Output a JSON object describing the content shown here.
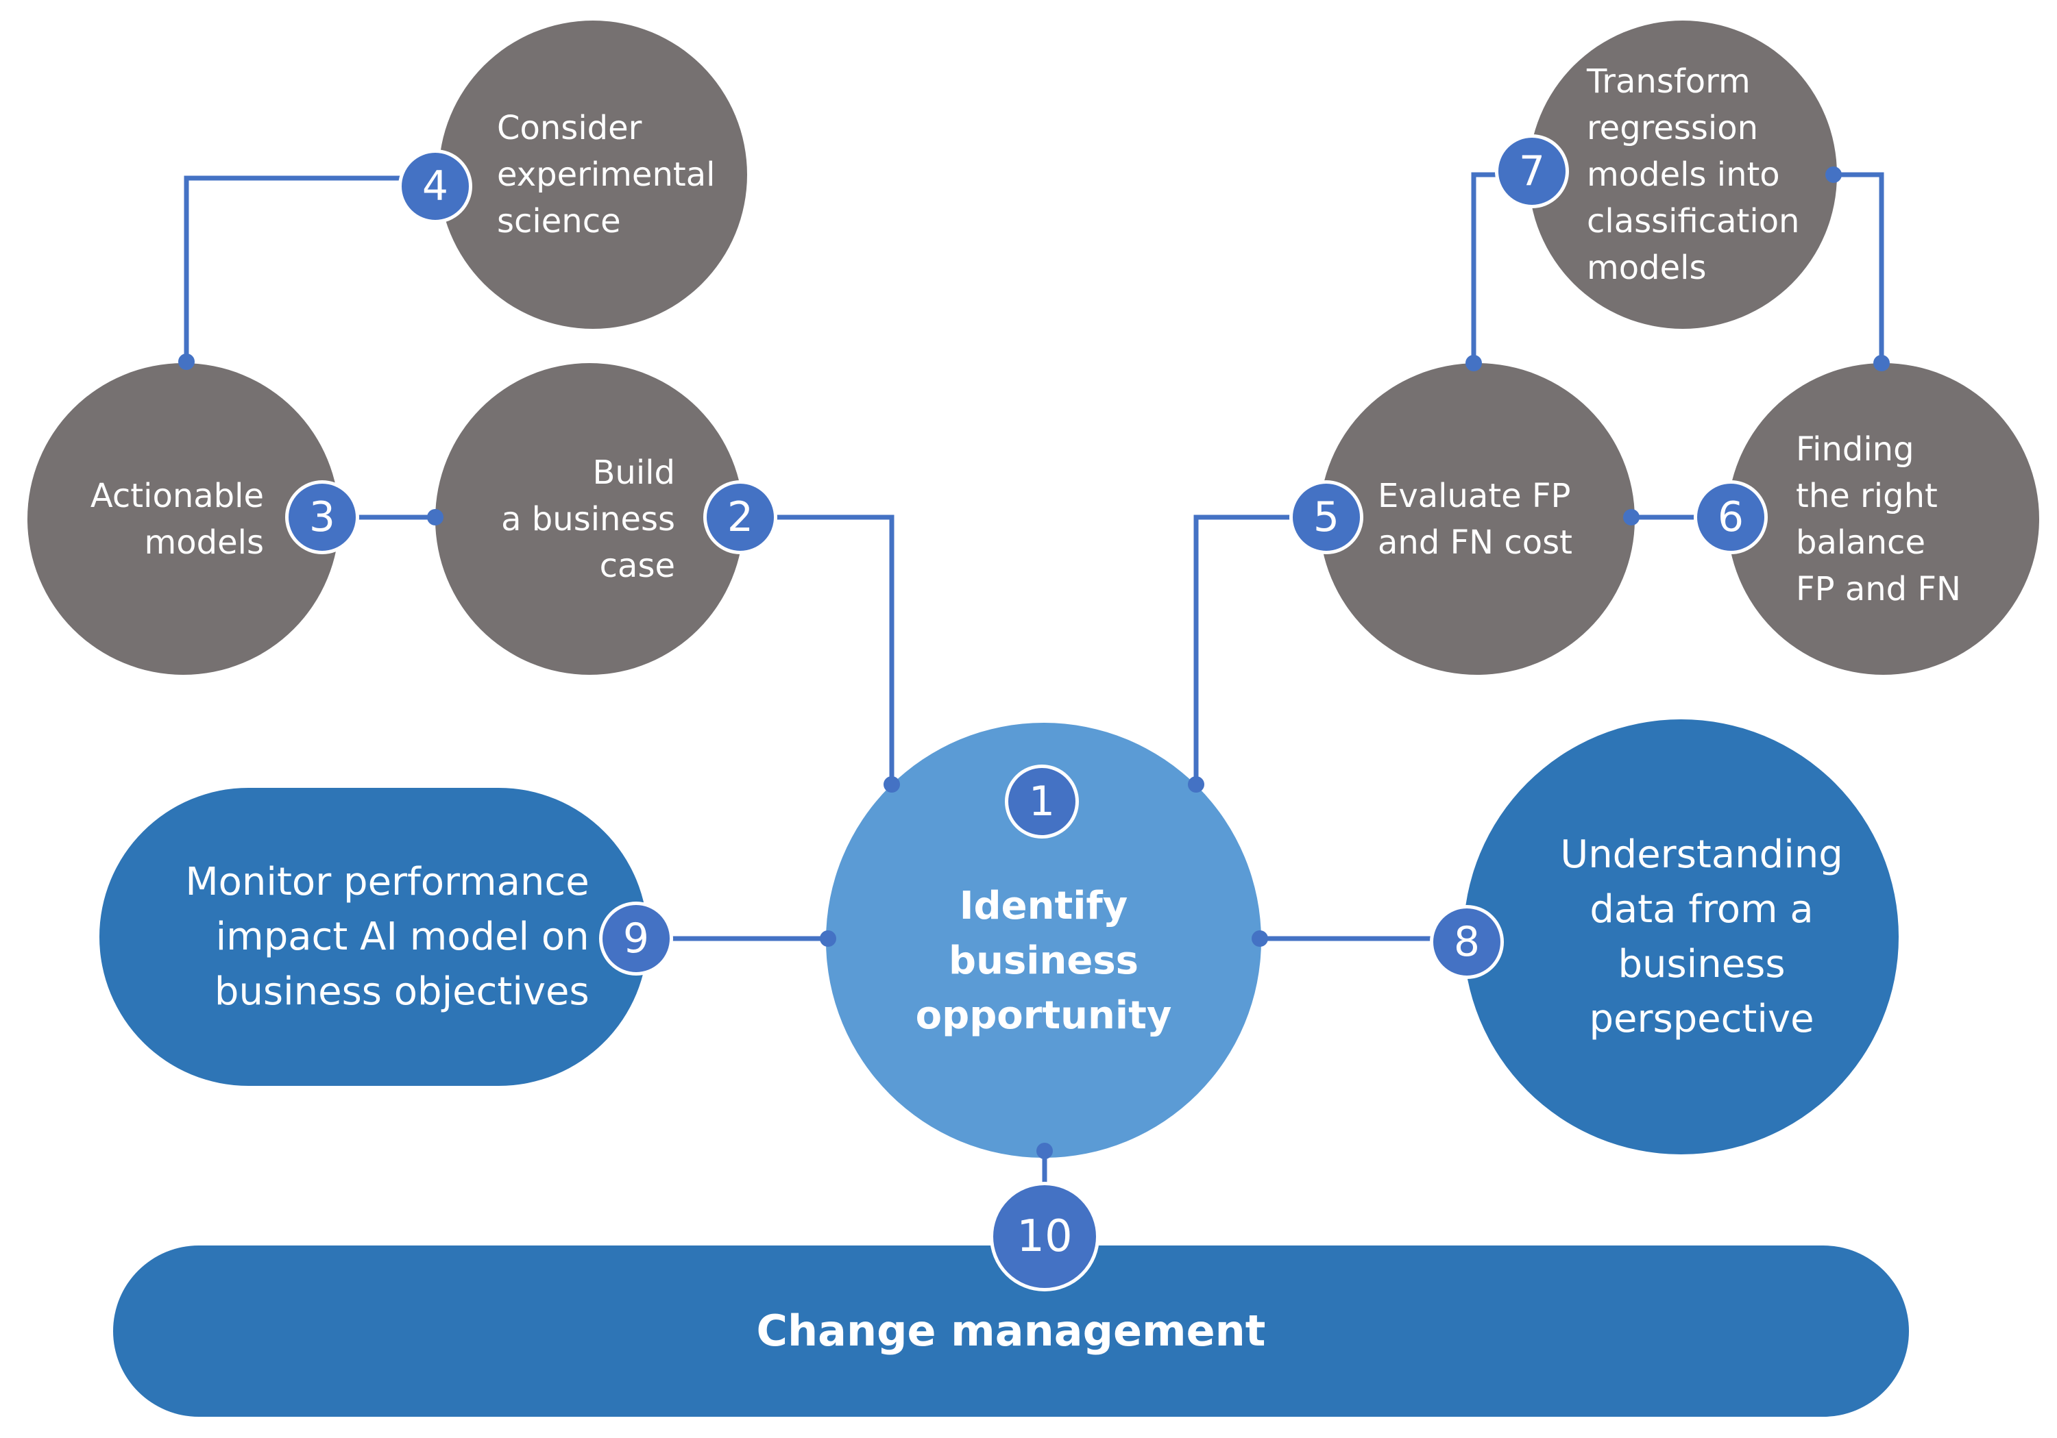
{
  "nodes": {
    "n1": {
      "number": "1",
      "label": "Identify\nbusiness\nopportunity"
    },
    "n2": {
      "number": "2",
      "label": "Build\na business\ncase"
    },
    "n3": {
      "number": "3",
      "label": "Actionable\nmodels"
    },
    "n4": {
      "number": "4",
      "label": "Consider\nexperimental\nscience"
    },
    "n5": {
      "number": "5",
      "label": "Evaluate FP\nand FN cost"
    },
    "n6": {
      "number": "6",
      "label": "Finding\nthe right\nbalance\nFP and FN"
    },
    "n7": {
      "number": "7",
      "label": "Transform\nregression\nmodels into\nclassification\nmodels"
    },
    "n8": {
      "number": "8",
      "label": "Understanding\ndata from a\nbusiness\nperspective"
    },
    "n9": {
      "number": "9",
      "label": "Monitor performance\nimpact AI model on\nbusiness objectives"
    },
    "n10": {
      "number": "10",
      "label": "Change management"
    }
  },
  "colors": {
    "gray": "#767171",
    "blue_dark": "#2e75b6",
    "blue_light": "#5b9bd5",
    "badge": "#4472c4",
    "connector": "#4472c4"
  }
}
